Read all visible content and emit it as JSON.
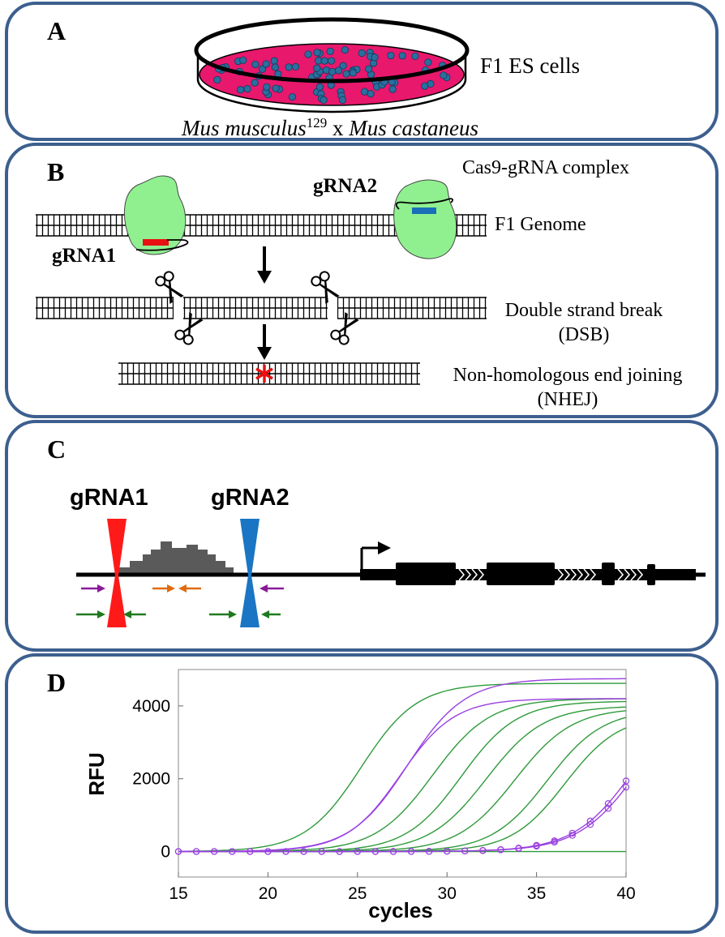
{
  "panelA": {
    "label": "A",
    "cell_label": "F1 ES cells",
    "species_1": "Mus musculus",
    "superscript": "129",
    "cross": " x ",
    "species_2": "Mus castaneus"
  },
  "panelB": {
    "label": "B",
    "complex_label": "Cas9-gRNA complex",
    "grna1": "gRNA1",
    "grna2": "gRNA2",
    "genome_label": "F1 Genome",
    "dsb_label": "Double strand break",
    "dsb_abbr": "(DSB)",
    "nhej_label": "Non-homologous end joining",
    "nhej_abbr": "(NHEJ)"
  },
  "panelC": {
    "label": "C",
    "grna1": "gRNA1",
    "grna2": "gRNA2"
  },
  "panelD": {
    "label": "D"
  },
  "colors": {
    "border": "#3d5f8f",
    "dish_fill": "#e8186d",
    "cell": "#2a6f9e",
    "cas9": "#90f090",
    "grna1_bar": "#e81010",
    "grna2_bar": "#1a6fb8",
    "grna1_cut": "#ff1a1a",
    "grna2_cut": "#1a75c4",
    "peak": "#5a5a5a",
    "primer_purple": "#8a1a9a",
    "primer_orange": "#e06a10",
    "primer_green": "#1f7a1f",
    "line_green": "#2e9a3a",
    "line_purple": "#9a40e0"
  },
  "chart_data": {
    "type": "line",
    "title": "",
    "xlabel": "cycles",
    "ylabel": "RFU",
    "xlim": [
      15,
      40
    ],
    "ylim": [
      -700,
      5000
    ],
    "xticks": [
      15,
      20,
      25,
      30,
      35,
      40
    ],
    "yticks": [
      0,
      2000,
      4000
    ],
    "grid": false,
    "series": [
      {
        "color": "green",
        "plateau": 4620,
        "midpoint": 25.2,
        "slope": 1.55
      },
      {
        "color": "green",
        "plateau": 4200,
        "midpoint": 29.2,
        "slope": 1.6
      },
      {
        "color": "green",
        "plateau": 4130,
        "midpoint": 30.8,
        "slope": 1.55
      },
      {
        "color": "green",
        "plateau": 4000,
        "midpoint": 32.2,
        "slope": 1.6
      },
      {
        "color": "green",
        "plateau": 3950,
        "midpoint": 33.8,
        "slope": 1.6
      },
      {
        "color": "green",
        "plateau": 3900,
        "midpoint": 35.6,
        "slope": 1.55
      },
      {
        "color": "green",
        "plateau": 3750,
        "midpoint": 36.6,
        "slope": 1.5
      },
      {
        "color": "green",
        "plateau": 0,
        "midpoint": 0,
        "slope": 1
      },
      {
        "color": "purple",
        "plateau": 4750,
        "midpoint": 27.8,
        "slope": 1.6
      },
      {
        "color": "purple",
        "plateau": 4200,
        "midpoint": 27.4,
        "slope": 1.5
      },
      {
        "color": "purple",
        "plateau": 4700,
        "midpoint": 40.6,
        "slope": 1.7,
        "markers": true
      },
      {
        "color": "purple",
        "plateau": 4600,
        "midpoint": 40.8,
        "slope": 1.7,
        "markers": true
      }
    ]
  }
}
